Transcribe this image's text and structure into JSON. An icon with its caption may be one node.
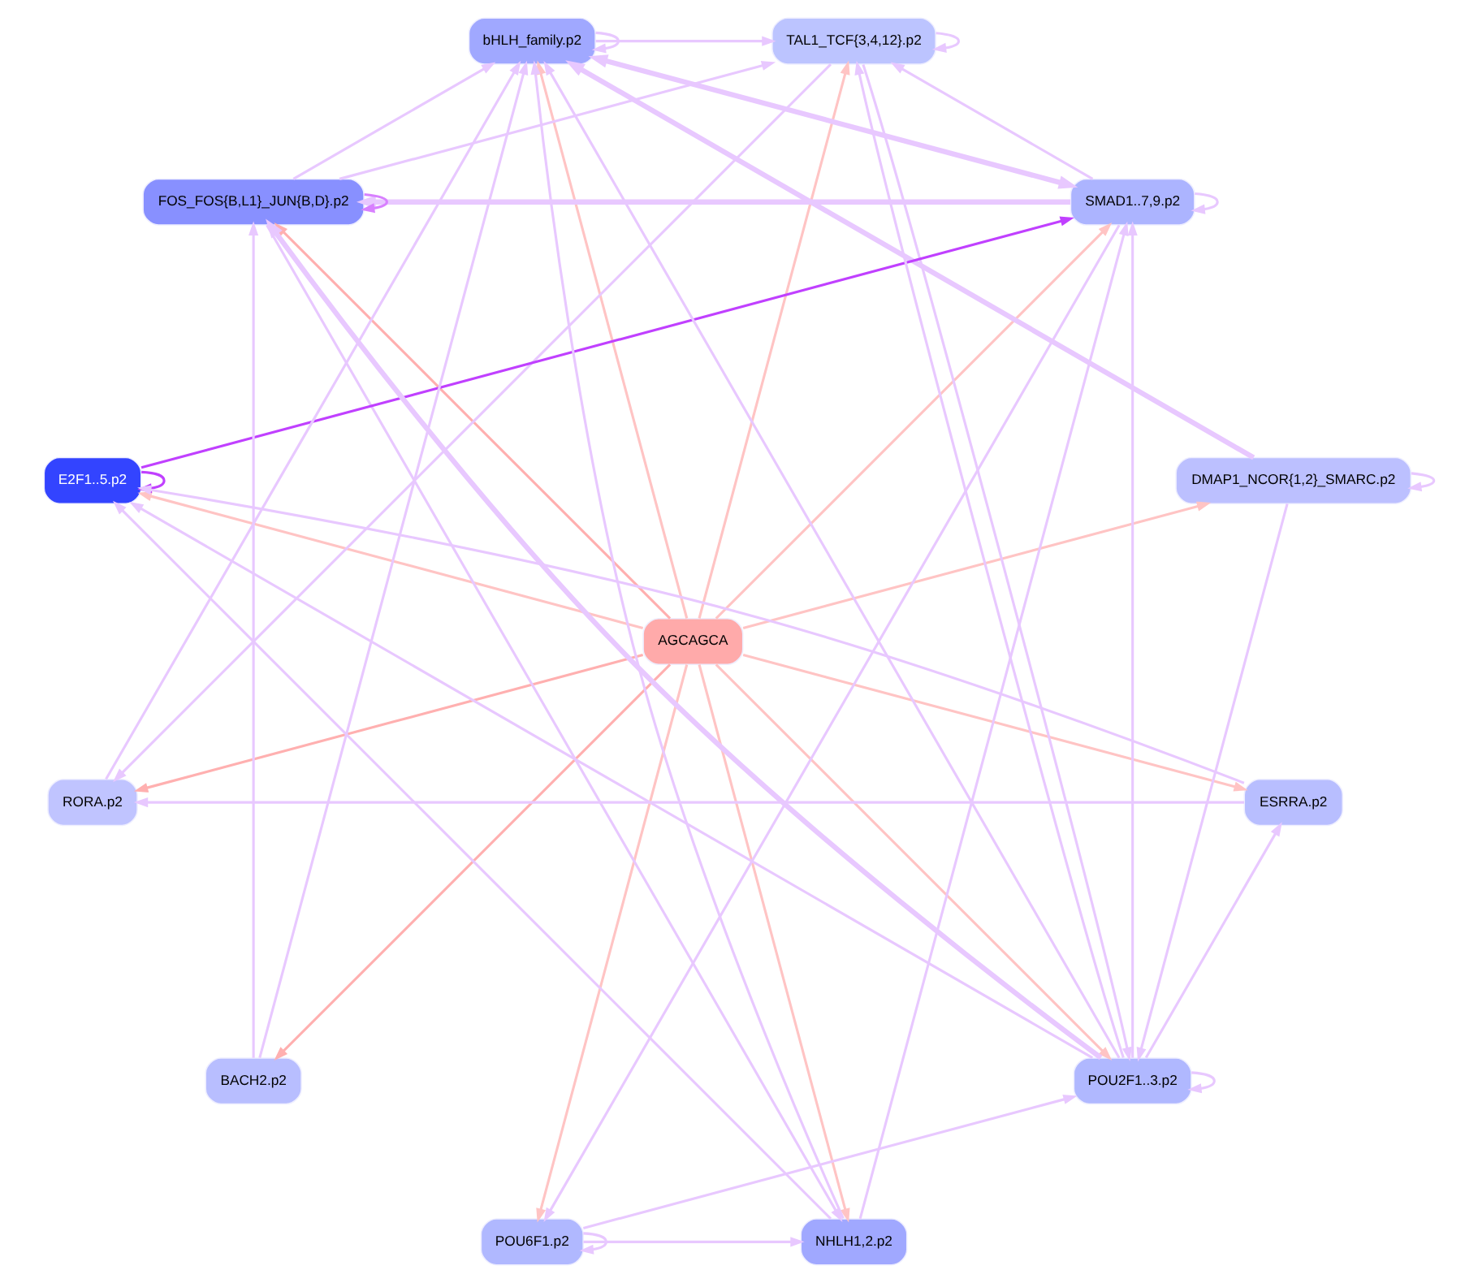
{
  "diagram": {
    "nodes": [
      {
        "text": [
          "AGCAGCA"
        ]
      },
      {
        "text": [
          "DMAP1_NCOR{1,2}_SMARC.p2"
        ]
      },
      {
        "text": [
          "SMAD1..7,9.p2"
        ]
      },
      {
        "text": [
          "TAL1_TCF{3,4,12}.p2"
        ]
      },
      {
        "text": [
          "bHLH_family.p2"
        ]
      },
      {
        "text": [
          "FOS_FOS{B,L1}_JUN{B,D}.p2"
        ]
      },
      {
        "text": [
          "E2F1..5.p2"
        ]
      },
      {
        "text": [
          "RORA.p2"
        ]
      },
      {
        "text": [
          "BACH2.p2"
        ]
      },
      {
        "text": [
          "POU6F1.p2"
        ]
      },
      {
        "text": [
          "NHLH1,2.p2"
        ]
      },
      {
        "text": [
          "POU2F1..3.p2"
        ]
      },
      {
        "text": [
          "ESRRA.p2"
        ]
      }
    ],
    "edges": [
      {
        "from": 0,
        "to": 1,
        "arrow": "to",
        "color": "#ffc4c4"
      },
      {
        "from": 0,
        "to": 2,
        "arrow": "to",
        "color": "#ffc4c4"
      },
      {
        "from": 0,
        "to": 3,
        "arrow": "to",
        "color": "#ffc4c4"
      },
      {
        "from": 0,
        "to": 4,
        "arrow": "to",
        "color": "#ffc4c4"
      },
      {
        "from": 0,
        "to": 5,
        "arrow": "to",
        "color": "#ffb0b0"
      },
      {
        "from": 0,
        "to": 6,
        "arrow": "to",
        "color": "#ffc4c4"
      },
      {
        "from": 0,
        "to": 7,
        "arrow": "to",
        "color": "#ffb0b0"
      },
      {
        "from": 0,
        "to": 8,
        "arrow": "to",
        "color": "#ffb0b0"
      },
      {
        "from": 0,
        "to": 9,
        "arrow": "to",
        "color": "#ffc4c4"
      },
      {
        "from": 0,
        "to": 10,
        "arrow": "to",
        "color": "#ffc4c4"
      },
      {
        "from": 0,
        "to": 11,
        "arrow": "to",
        "color": "#ffc4c4"
      },
      {
        "from": 0,
        "to": 12,
        "arrow": "to",
        "color": "#ffc4c4"
      },
      {
        "from": 1,
        "to": 1,
        "arrow": "to"
      },
      {
        "from": 2,
        "to": 2,
        "arrow": "to"
      },
      {
        "from": 3,
        "to": 3,
        "arrow": "to"
      },
      {
        "from": 4,
        "to": 4,
        "arrow": "to"
      },
      {
        "from": 5,
        "to": 5,
        "arrow": "to",
        "color": "#d880ff"
      },
      {
        "from": 6,
        "to": 6,
        "arrow": "to",
        "color": "#c040ff"
      },
      {
        "from": 9,
        "to": 9,
        "arrow": "to"
      },
      {
        "from": 11,
        "to": 11,
        "arrow": "to"
      },
      {
        "from": 2,
        "to": 3,
        "arrow": "to"
      },
      {
        "from": 4,
        "to": 3,
        "arrow": "to"
      },
      {
        "from": 1,
        "to": 11,
        "arrow": "to"
      },
      {
        "from": 1,
        "to": 4,
        "arrow": "to",
        "style": "thick"
      },
      {
        "from": 4,
        "to": 2,
        "arrow": "both",
        "style": "thick"
      },
      {
        "from": 6,
        "to": 2,
        "arrow": "to",
        "color": "#c040ff"
      },
      {
        "from": 2,
        "to": 5,
        "arrow": "to",
        "style": "thick"
      },
      {
        "from": 5,
        "to": 4,
        "arrow": "to"
      },
      {
        "from": 5,
        "to": 3,
        "arrow": "to"
      },
      {
        "from": 11,
        "to": 3,
        "arrow": "to"
      },
      {
        "from": 3,
        "to": 11,
        "arrow": "to"
      },
      {
        "from": 11,
        "to": 5,
        "arrow": "to",
        "style": "thick"
      },
      {
        "from": 3,
        "to": 7,
        "arrow": "to"
      },
      {
        "from": 7,
        "to": 4,
        "arrow": "to"
      },
      {
        "from": 8,
        "to": 5,
        "arrow": "to"
      },
      {
        "from": 8,
        "to": 4,
        "arrow": "to"
      },
      {
        "from": 12,
        "to": 6,
        "arrow": "to"
      },
      {
        "from": 12,
        "to": 7,
        "arrow": "to"
      },
      {
        "from": 11,
        "to": 12,
        "arrow": "to"
      },
      {
        "from": 9,
        "to": 10,
        "arrow": "to"
      },
      {
        "from": 9,
        "to": 11,
        "arrow": "to"
      },
      {
        "from": 10,
        "to": 4,
        "arrow": "to"
      },
      {
        "from": 10,
        "to": 2,
        "arrow": "to"
      },
      {
        "from": 10,
        "to": 6,
        "arrow": "to"
      },
      {
        "from": 5,
        "to": 10,
        "arrow": "to"
      },
      {
        "from": 2,
        "to": 9,
        "arrow": "to"
      },
      {
        "from": 11,
        "to": 6,
        "arrow": "to"
      },
      {
        "from": 11,
        "to": 2,
        "arrow": "to"
      },
      {
        "from": 11,
        "to": 4,
        "arrow": "to"
      }
    ]
  }
}
